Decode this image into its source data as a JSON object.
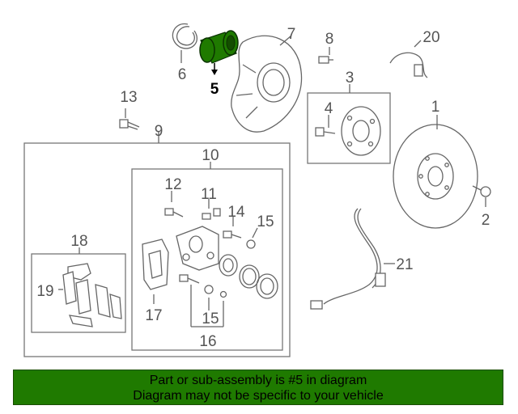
{
  "colors": {
    "banner_bg": "#1f7a00",
    "highlight_part": "#1f7a00",
    "line": "#666666",
    "label": "#555555"
  },
  "callouts": {
    "c1": "1",
    "c2": "2",
    "c3": "3",
    "c4": "4",
    "c5": "5",
    "c6": "6",
    "c7": "7",
    "c8": "8",
    "c9": "9",
    "c10": "10",
    "c11": "11",
    "c12": "12",
    "c13": "13",
    "c14": "14",
    "c15a": "15",
    "c15b": "15",
    "c16": "16",
    "c17": "17",
    "c18": "18",
    "c19": "19",
    "c20": "20",
    "c21": "21"
  },
  "banner": {
    "line1": "Part or sub-assembly is #5 in diagram",
    "line2": "Diagram may not be specific to your vehicle"
  }
}
